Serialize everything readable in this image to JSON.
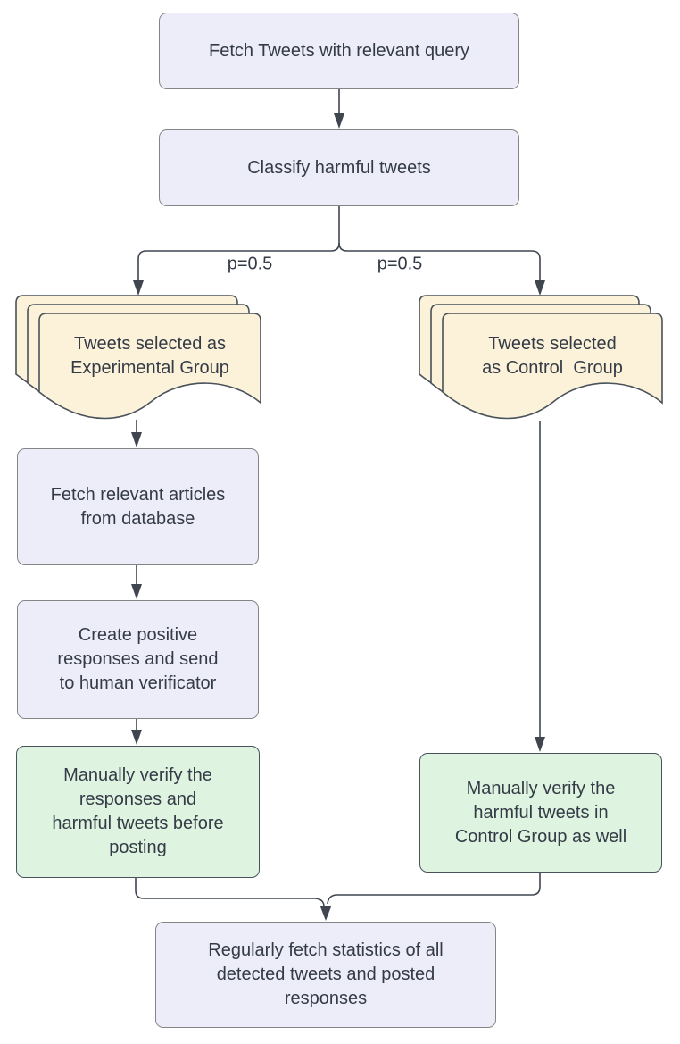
{
  "colors": {
    "background": "#ffffff",
    "process_fill": "#ededf9",
    "process_border": "#858585",
    "manual_fill": "#def4e1",
    "manual_border": "#49525a",
    "document_fill": "#fcf2d9",
    "document_border": "#49525a",
    "line": "#3f4650",
    "text": "#343b46"
  },
  "edge_labels": {
    "left_probability": "p=0.5",
    "right_probability": "p=0.5"
  },
  "nodes": {
    "fetch_tweets": {
      "type": "process",
      "label": "Fetch Tweets with relevant query"
    },
    "classify": {
      "type": "process",
      "label": "Classify harmful tweets"
    },
    "experimental_group": {
      "type": "documents",
      "label": "Tweets selected as\nExperimental Group"
    },
    "control_group": {
      "type": "documents",
      "label": "Tweets selected\nas Control  Group"
    },
    "fetch_articles": {
      "type": "process",
      "label": "Fetch relevant articles\nfrom database"
    },
    "create_responses": {
      "type": "process",
      "label": "Create positive\nresponses and send\nto human verificator"
    },
    "verify_experimental": {
      "type": "manual",
      "label": "Manually verify the\nresponses and\nharmful tweets before\nposting"
    },
    "verify_control": {
      "type": "manual",
      "label": "Manually verify the\nharmful tweets in\nControl Group as well"
    },
    "fetch_statistics": {
      "type": "process",
      "label": "Regularly fetch statistics of all\ndetected tweets and posted\nresponses"
    }
  }
}
